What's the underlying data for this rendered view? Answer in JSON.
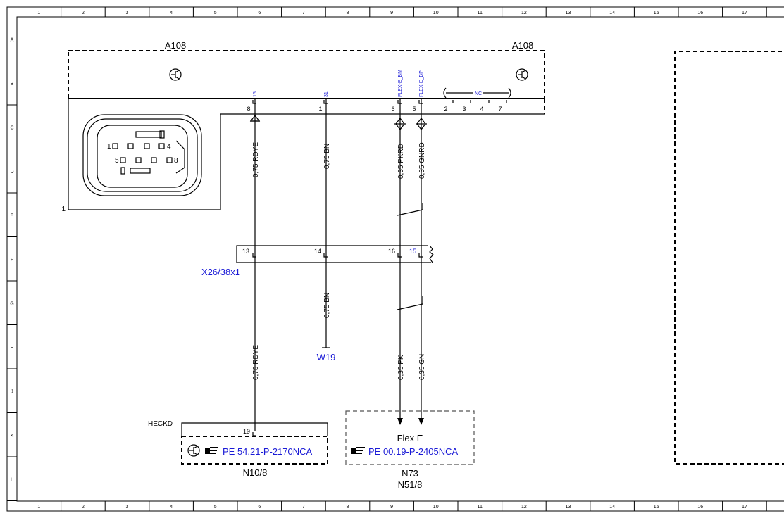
{
  "grid": {
    "columns": [
      "1",
      "2",
      "3",
      "4",
      "5",
      "6",
      "7",
      "8",
      "9",
      "10",
      "11",
      "12",
      "13",
      "14",
      "15",
      "16",
      "17"
    ],
    "rows": [
      "A",
      "B",
      "C",
      "D",
      "E",
      "F",
      "G",
      "H",
      "J",
      "K",
      "L"
    ]
  },
  "components": {
    "a108_left": "A108",
    "a108_right": "A108",
    "connector_ref": "1",
    "connector_pins": [
      "1",
      "4",
      "5",
      "8"
    ],
    "x26": "X26/38x1",
    "w19": "W19",
    "heckd": "HECKD",
    "n10": "N10/8",
    "n10_ref": "PE 54.21-P-2170NCA",
    "flex_title": "Flex E",
    "flex_ref": "PE 00.19-P-2405NCA",
    "n73": "N73",
    "n51": "N51/8"
  },
  "a108_pins": {
    "signals": [
      "15",
      "31",
      "FLEX-E_BM",
      "FLEX-E_BP"
    ],
    "numbers": [
      "8",
      "1",
      "6",
      "5",
      "2",
      "3",
      "4",
      "7"
    ],
    "nc": "NC"
  },
  "x26_pins": [
    "13",
    "14",
    "16",
    "15"
  ],
  "w19_pin": "19",
  "wires": {
    "w1_top": "0,75 RDYE",
    "w2_top": "0,75 BN",
    "w3_top": "0,35 PKRD",
    "w4_top": "0,35 GNRD",
    "w1_bot": "0,75 RDYE",
    "w2_bot": "0,75 BN",
    "w3_bot": "0,35 PK",
    "w4_bot": "0,35 GN"
  },
  "colors": {
    "line": "#000000",
    "accent": "#1a1ad6"
  }
}
